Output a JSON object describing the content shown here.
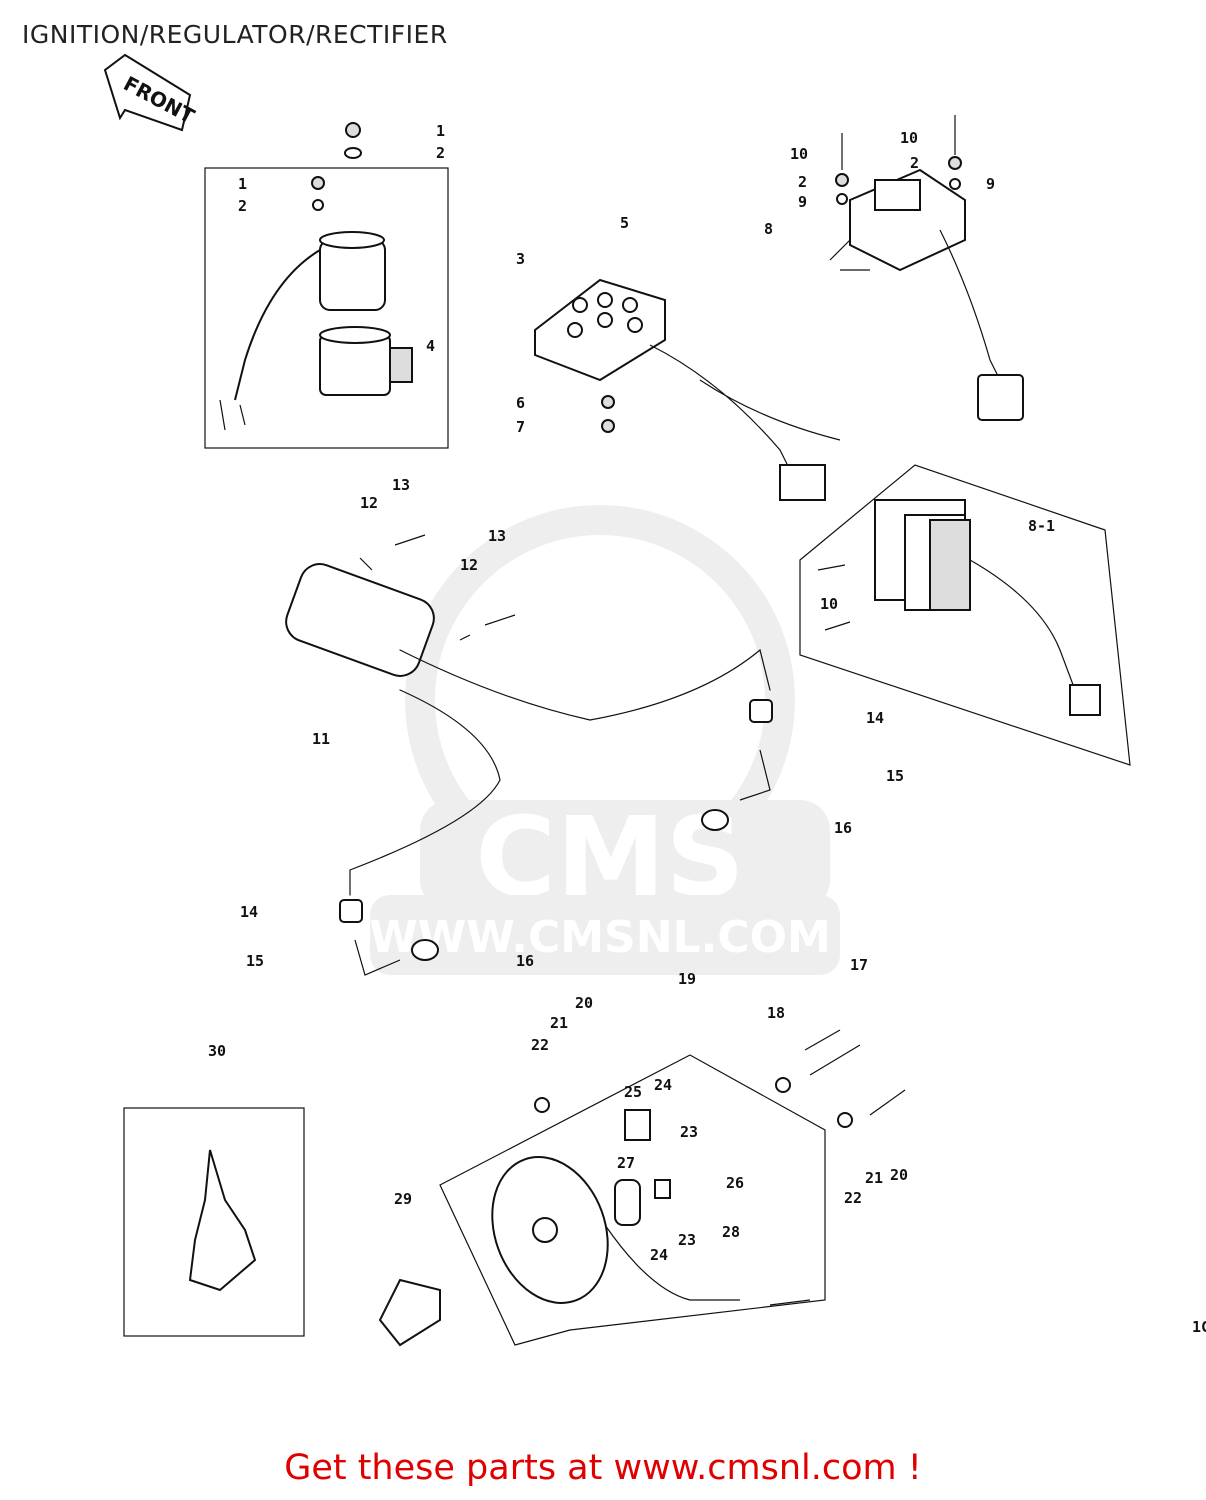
{
  "title": "IGNITION/REGULATOR/RECTIFIER",
  "front_label": "FRONT",
  "watermark": {
    "brand": "CMS",
    "url": "WWW.CMSNL.COM"
  },
  "footer": {
    "text": "Get these parts at www.cmsnl.com !"
  },
  "margin_note": "1C",
  "callouts": [
    {
      "id": "c1a",
      "num": "1"
    },
    {
      "id": "c2a",
      "num": "2"
    },
    {
      "id": "c1b",
      "num": "1"
    },
    {
      "id": "c2b",
      "num": "2"
    },
    {
      "id": "c3",
      "num": "3"
    },
    {
      "id": "c4",
      "num": "4"
    },
    {
      "id": "c5",
      "num": "5"
    },
    {
      "id": "c6",
      "num": "6"
    },
    {
      "id": "c7",
      "num": "7"
    },
    {
      "id": "c10a",
      "num": "10"
    },
    {
      "id": "c10b",
      "num": "10"
    },
    {
      "id": "c2c",
      "num": "2"
    },
    {
      "id": "c2d",
      "num": "2"
    },
    {
      "id": "c9a",
      "num": "9"
    },
    {
      "id": "c9b",
      "num": "9"
    },
    {
      "id": "c8",
      "num": "8"
    },
    {
      "id": "c81",
      "num": "8-1"
    },
    {
      "id": "c10c",
      "num": "10"
    },
    {
      "id": "c12a",
      "num": "12"
    },
    {
      "id": "c13a",
      "num": "13"
    },
    {
      "id": "c12b",
      "num": "12"
    },
    {
      "id": "c13b",
      "num": "13"
    },
    {
      "id": "c11",
      "num": "11"
    },
    {
      "id": "c14a",
      "num": "14"
    },
    {
      "id": "c15a",
      "num": "15"
    },
    {
      "id": "c16a",
      "num": "16"
    },
    {
      "id": "c14b",
      "num": "14"
    },
    {
      "id": "c15b",
      "num": "15"
    },
    {
      "id": "c16b",
      "num": "16"
    },
    {
      "id": "c17",
      "num": "17"
    },
    {
      "id": "c18",
      "num": "18"
    },
    {
      "id": "c19",
      "num": "19"
    },
    {
      "id": "c20a",
      "num": "20"
    },
    {
      "id": "c21a",
      "num": "21"
    },
    {
      "id": "c22a",
      "num": "22"
    },
    {
      "id": "c25",
      "num": "25"
    },
    {
      "id": "c24a",
      "num": "24"
    },
    {
      "id": "c23a",
      "num": "23"
    },
    {
      "id": "c27",
      "num": "27"
    },
    {
      "id": "c26",
      "num": "26"
    },
    {
      "id": "c24b",
      "num": "24"
    },
    {
      "id": "c23b",
      "num": "23"
    },
    {
      "id": "c28",
      "num": "28"
    },
    {
      "id": "c29",
      "num": "29"
    },
    {
      "id": "c30",
      "num": "30"
    },
    {
      "id": "c22b",
      "num": "22"
    },
    {
      "id": "c21b",
      "num": "21"
    },
    {
      "id": "c20b",
      "num": "20"
    }
  ]
}
